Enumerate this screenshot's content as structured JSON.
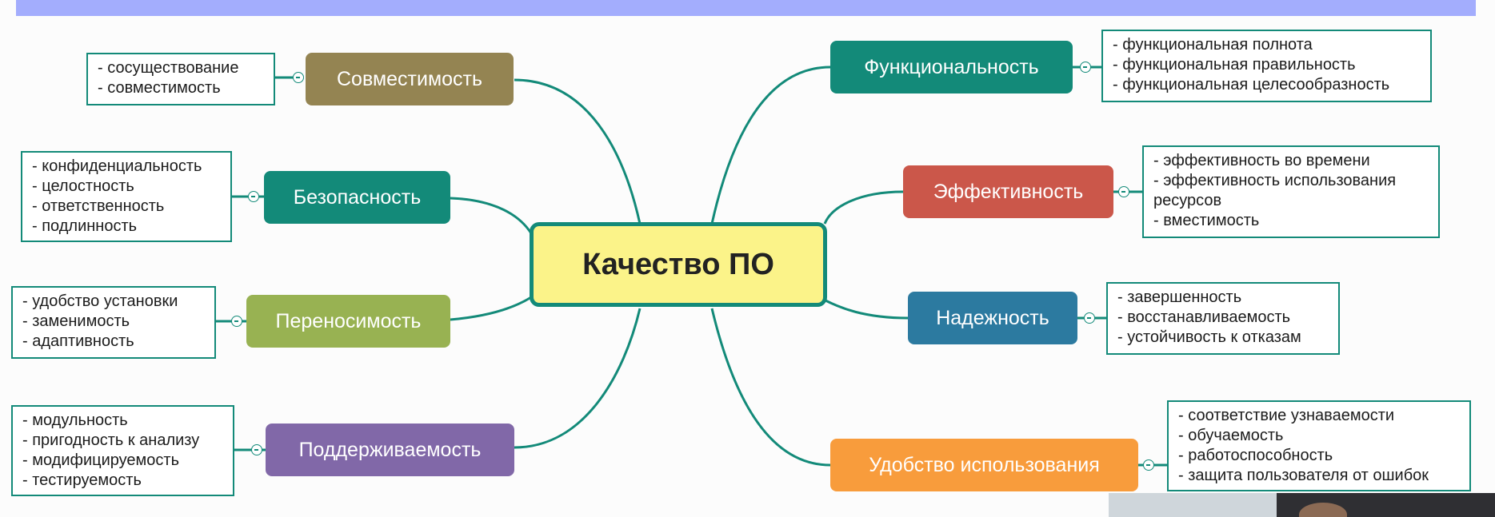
{
  "colors": {
    "top_bar": "#a3adfd",
    "line": "#138a79",
    "center_fill": "#fbf389",
    "center_border": "#138a79"
  },
  "center": {
    "label": "Качество ПО"
  },
  "topics": {
    "sovmestimost": {
      "label": "Совместимость",
      "color": "#948452",
      "notes": [
        "- сосуществование",
        "- совместимость"
      ]
    },
    "bezopasnost": {
      "label": "Безопасность",
      "color": "#138a79",
      "notes": [
        "- конфиденциальность",
        "- целостность",
        "- ответственность",
        "- подлинность"
      ]
    },
    "perenosimost": {
      "label": "Переносимость",
      "color": "#98b252",
      "notes": [
        "- удобство установки",
        "- заменимость",
        "- адаптивность"
      ]
    },
    "podderzhivaemost": {
      "label": "Поддерживаемость",
      "color": "#8168a8",
      "notes": [
        "- модульность",
        "- пригодность к анализу",
        "- модифицируемость",
        "- тестируемость"
      ]
    },
    "funktsionalnost": {
      "label": "Функциональность",
      "color": "#138a79",
      "notes": [
        "- функциональная полнота",
        "- функциональная правильность",
        "- функциональная целесообразность"
      ]
    },
    "effektivnost": {
      "label": "Эффективность",
      "color": "#cb574a",
      "notes": [
        "- эффективность во времени",
        "- эффективность использования ресурсов",
        "- вместимость"
      ]
    },
    "nadezhnost": {
      "label": "Надежность",
      "color": "#2c7aa0",
      "notes": [
        "- завершенность",
        "- восстанавливаемость",
        "- устойчивость к отказам"
      ]
    },
    "udobstvo": {
      "label": "Удобство использования",
      "color": "#f89c3c",
      "notes": [
        "- соответствие узнаваемости",
        "- обучаемость",
        "- работоспособность",
        "- защита пользователя от ошибок"
      ]
    }
  }
}
